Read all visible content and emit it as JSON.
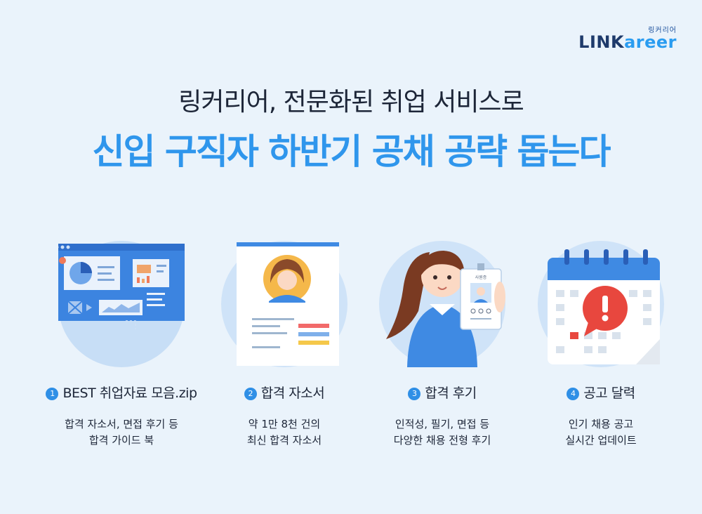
{
  "logo": {
    "korean": "링커리어",
    "prefix": "LINK",
    "suffix": "areer"
  },
  "headline": {
    "line1": "링커리어, 전문화된 취업 서비스로",
    "line2": "신입 구직자 하반기 공채 공략 돕는다"
  },
  "colors": {
    "accent": "#2f96ec",
    "background": "#eaf3fb",
    "dark_text": "#1d2638"
  },
  "features": [
    {
      "number": "1",
      "title": "BEST 취업자료 모음.zip",
      "desc1": "합격 자소서, 면접 후기 등",
      "desc2": "합격 가이드 북",
      "icon": "dashboard-icon"
    },
    {
      "number": "2",
      "title": "합격 자소서",
      "desc1": "약 1만 8천 건의",
      "desc2": "최신 합격 자소서",
      "icon": "resume-icon"
    },
    {
      "number": "3",
      "title": "합격 후기",
      "desc1": "인적성, 필기, 면접 등",
      "desc2": "다양한 채용 전형 후기",
      "icon": "person-id-card-icon",
      "badge_text": "사원증"
    },
    {
      "number": "4",
      "title": "공고 달력",
      "desc1": "인기 채용 공고",
      "desc2": "실시간 업데이트",
      "icon": "calendar-alert-icon"
    }
  ]
}
